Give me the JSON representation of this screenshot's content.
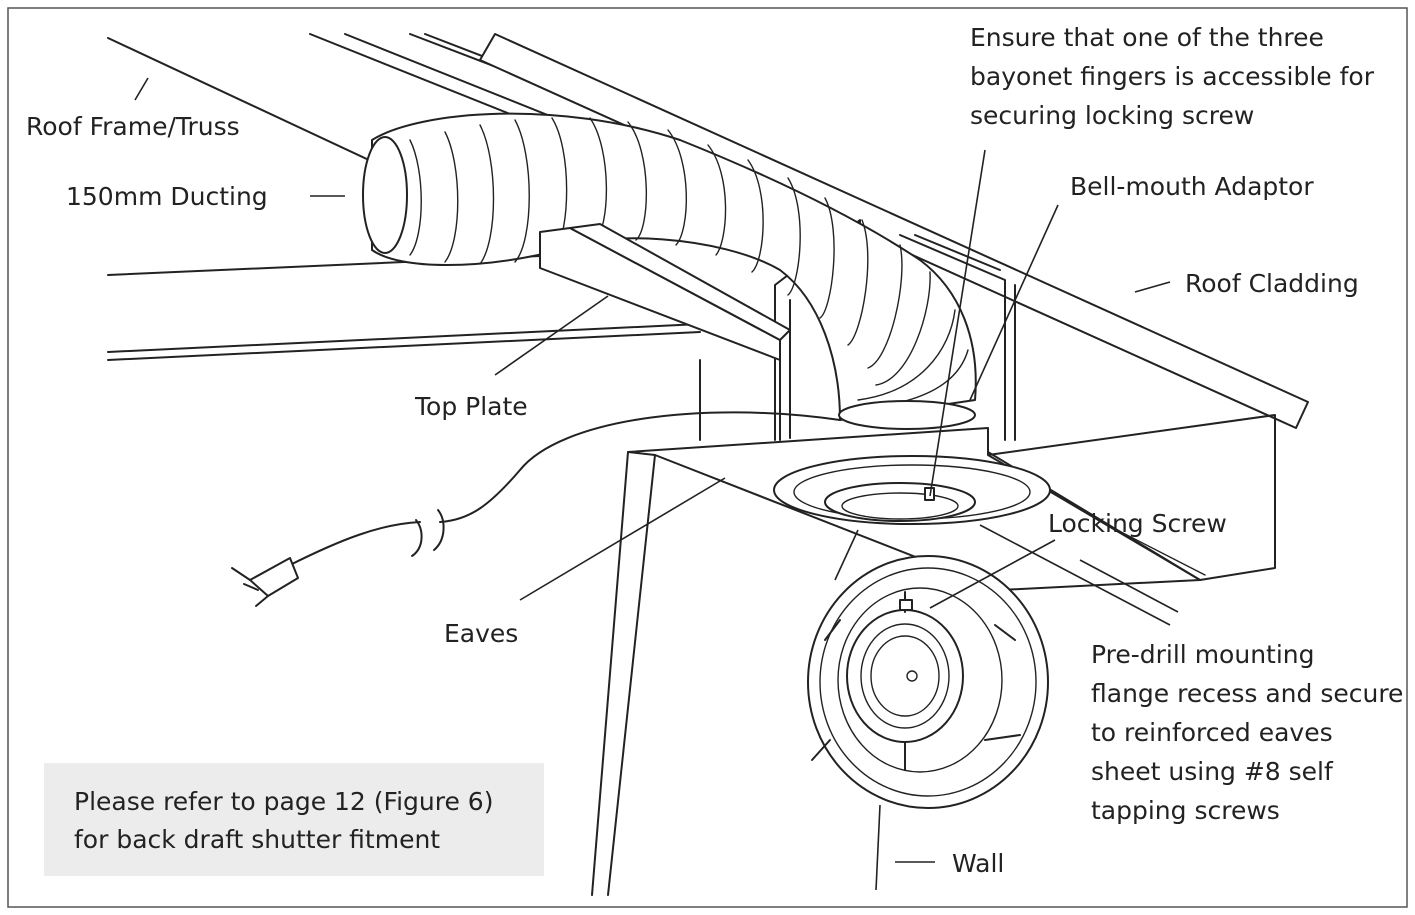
{
  "labels": {
    "roof_frame": "Roof Frame/Truss",
    "ducting": "150mm Ducting",
    "top_plate": "Top Plate",
    "eaves": "Eaves",
    "bayonet_line1": "Ensure that one of the three",
    "bayonet_line2": "bayonet fingers is accessible for",
    "bayonet_line3": "securing locking screw",
    "bell_mouth": "Bell-mouth Adaptor",
    "roof_cladding": "Roof Cladding",
    "locking_screw": "Locking Screw",
    "predrill_line1": "Pre-drill mounting",
    "predrill_line2": "flange recess and secure",
    "predrill_line3": "to reinforced eaves",
    "predrill_line4": "sheet using #8 self",
    "predrill_line5": "tapping screws",
    "wall": "Wall"
  },
  "note": {
    "line1": "Please refer to page 12 (Figure 6)",
    "line2": "for back draft shutter fitment"
  },
  "colors": {
    "line": "#222222",
    "note_background": "#ececec",
    "border": "#555555"
  }
}
